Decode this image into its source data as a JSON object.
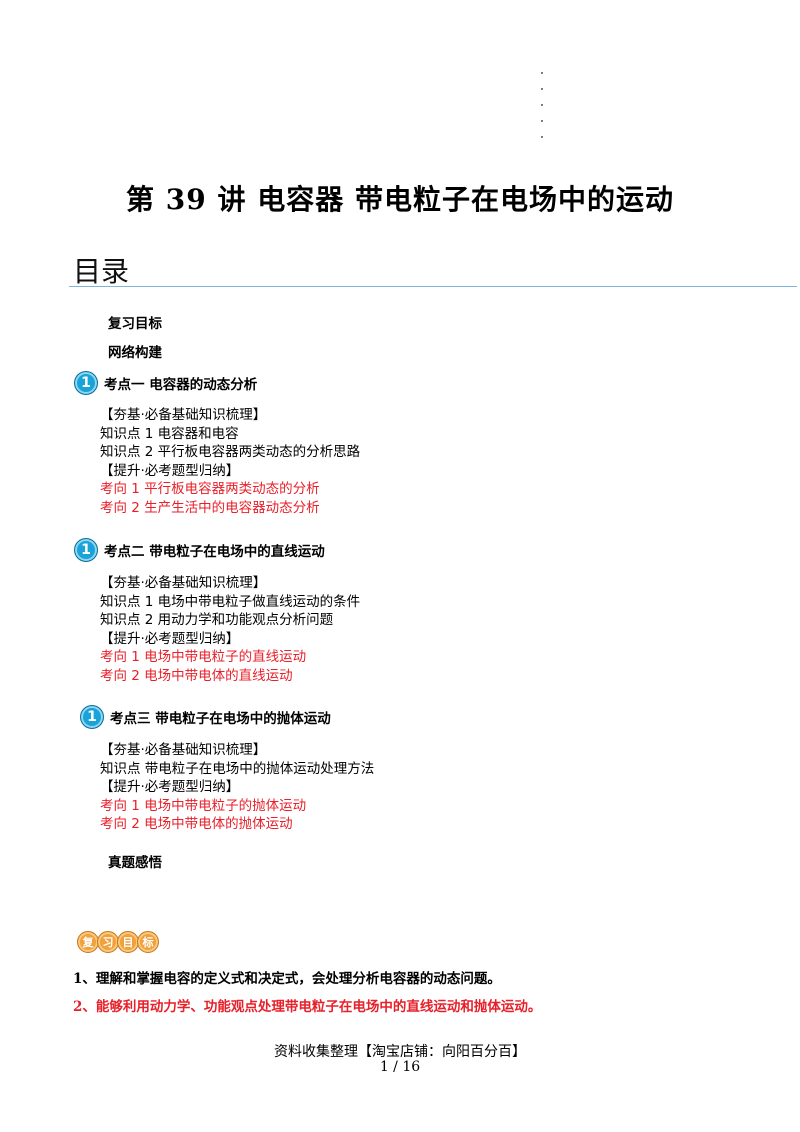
{
  "title": "第 39 讲  电容器  带电粒子在电场中的运动",
  "toc_heading": "目录",
  "review_goals": "复习目标",
  "network": "网络构建",
  "sections": [
    {
      "badge": "1",
      "heading": "考点一    电容器的动态分析",
      "items": [
        {
          "text": "【夯基·必备基础知识梳理】",
          "red": false
        },
        {
          "text": "知识点 1  电容器和电容",
          "red": false
        },
        {
          "text": "知识点 2  平行板电容器两类动态的分析思路",
          "red": false
        },
        {
          "text": "【提升·必考题型归纳】",
          "red": false
        },
        {
          "text": "考向 1  平行板电容器两类动态的分析",
          "red": true
        },
        {
          "text": "考向 2  生产生活中的电容器动态分析",
          "red": true
        }
      ]
    },
    {
      "badge": "1",
      "heading": "考点二    带电粒子在电场中的直线运动",
      "items": [
        {
          "text": "【夯基·必备基础知识梳理】",
          "red": false
        },
        {
          "text": "知识点 1  电场中带电粒子做直线运动的条件",
          "red": false
        },
        {
          "text": "知识点 2  用动力学和功能观点分析问题",
          "red": false
        },
        {
          "text": "【提升·必考题型归纳】",
          "red": false
        },
        {
          "text": "考向 1  电场中带电粒子的直线运动",
          "red": true
        },
        {
          "text": "考向 2  电场中带电体的直线运动",
          "red": true
        }
      ]
    },
    {
      "badge": "1",
      "heading": "考点三    带电粒子在电场中的抛体运动",
      "items": [
        {
          "text": "【夯基·必备基础知识梳理】",
          "red": false
        },
        {
          "text": "知识点  带电粒子在电场中的抛体运动处理方法",
          "red": false
        },
        {
          "text": "【提升·必考题型归纳】",
          "red": false
        },
        {
          "text": "考向 1  电场中带电粒子的抛体运动",
          "red": true
        },
        {
          "text": "考向 2  电场中带电体的抛体运动",
          "red": true
        }
      ]
    }
  ],
  "real_questions": "真题感悟",
  "goal_badge_chars": [
    "复",
    "习",
    "目",
    "标"
  ],
  "goal_1": "1、理解和掌握电容的定义式和决定式，会处理分析电容器的动态问题。",
  "goal_2": "2、能够利用动力学、功能观点处理带电粒子在电场中的直线运动和抛体运动。",
  "footer_line1": "资料收集整理【淘宝店铺：向阳百分百】",
  "footer_line2": "1  /  16",
  "colors": {
    "red": "#e8202a",
    "badge_blue": "#1aa3d8",
    "rule": "#7fb4d9",
    "goal_badge": "#f0a13c"
  }
}
